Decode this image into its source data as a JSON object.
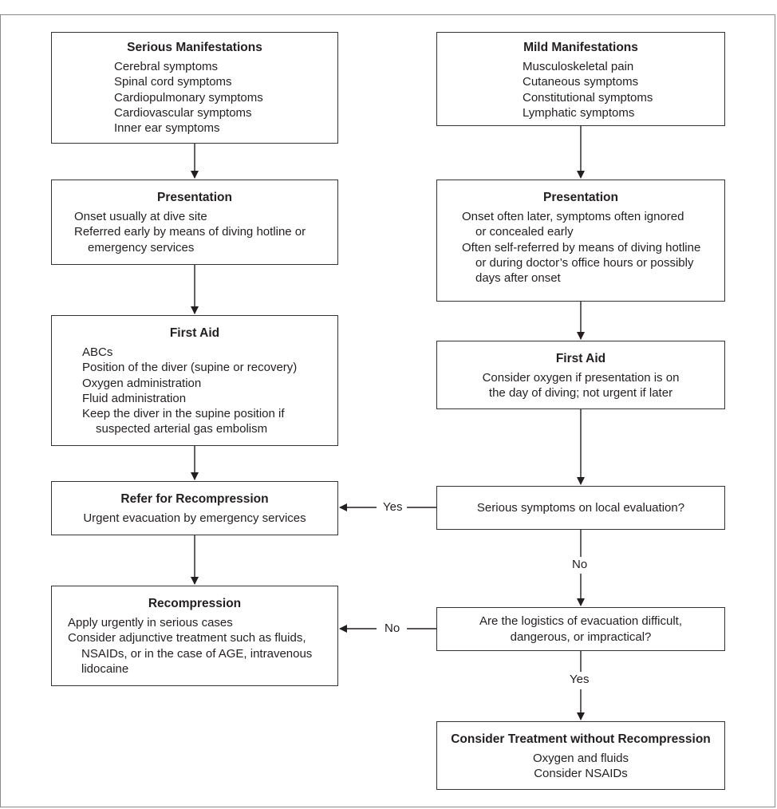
{
  "serious": {
    "title": "Serious Manifestations",
    "items": [
      "Cerebral symptoms",
      "Spinal cord symptoms",
      "Cardiopulmonary symptoms",
      "Cardiovascular symptoms",
      "Inner ear symptoms"
    ]
  },
  "mild": {
    "title": "Mild Manifestations",
    "items": [
      "Musculoskeletal pain",
      "Cutaneous symptoms",
      "Constitutional symptoms",
      "Lymphatic symptoms"
    ]
  },
  "presentation_left": {
    "title": "Presentation",
    "line1": "Onset usually at dive site",
    "line2a": "Referred early by means of diving hotline or",
    "line2b": "emergency services"
  },
  "presentation_right": {
    "title": "Presentation",
    "line1a": "Onset often later, symptoms often ignored",
    "line1b": "or concealed early",
    "line2a": "Often self-referred by means of diving hotline",
    "line2b": "or during doctor’s office hours or possibly",
    "line2c": "days after onset"
  },
  "first_aid_left": {
    "title": "First Aid",
    "items": [
      "ABCs",
      "Position of the diver (supine or recovery)",
      "Oxygen administration",
      "Fluid administration"
    ],
    "last_a": "Keep the diver in the supine position if",
    "last_b": "suspected arterial gas embolism"
  },
  "first_aid_right": {
    "title": "First Aid",
    "line1": "Consider oxygen if presentation is on",
    "line2": "the day of diving; not urgent if later"
  },
  "refer": {
    "title": "Refer for Recompression",
    "line1": "Urgent evacuation by emergency services"
  },
  "question1": "Serious symptoms on local evaluation?",
  "recompression": {
    "title": "Recompression",
    "line1": "Apply urgently in serious cases",
    "line2a": "Consider adjunctive treatment such as fluids,",
    "line2b": "NSAIDs, or in the case of AGE, intravenous",
    "line2c": "lidocaine"
  },
  "question2": {
    "line1": "Are the logistics of evacuation difficult,",
    "line2": "dangerous, or impractical?"
  },
  "treatment": {
    "title": "Consider Treatment without Recompression",
    "line1": "Oxygen and fluids",
    "line2": "Consider NSAIDs"
  },
  "labels": {
    "yes_refer": "Yes",
    "no_q1": "No",
    "no_recompression": "No",
    "yes_q2": "Yes"
  }
}
